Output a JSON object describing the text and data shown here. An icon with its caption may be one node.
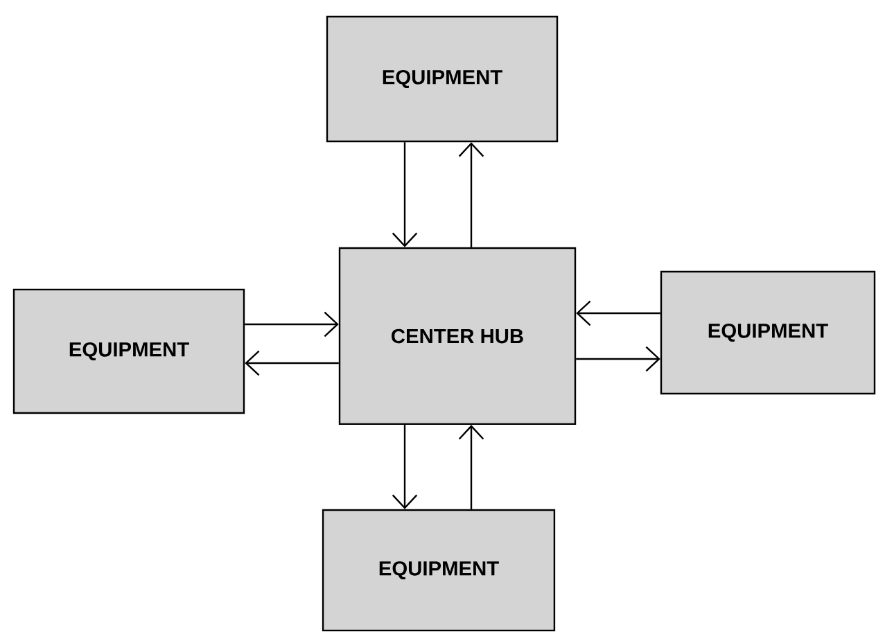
{
  "diagram": {
    "nodes": [
      {
        "text": [
          "EQUIPMENT"
        ]
      },
      {
        "text": [
          "EQUIPMENT"
        ]
      },
      {
        "text": [
          "CENTER HUB"
        ]
      },
      {
        "text": [
          "EQUIPMENT"
        ]
      },
      {
        "text": [
          "EQUIPMENT"
        ]
      }
    ],
    "edges": [
      {
        "from": 0,
        "to": 2,
        "arrow": "to"
      },
      {
        "from": 2,
        "to": 0,
        "arrow": "to"
      },
      {
        "from": 1,
        "to": 2,
        "arrow": "to"
      },
      {
        "from": 2,
        "to": 1,
        "arrow": "to"
      },
      {
        "from": 3,
        "to": 2,
        "arrow": "to"
      },
      {
        "from": 2,
        "to": 3,
        "arrow": "to"
      },
      {
        "from": 2,
        "to": 4,
        "arrow": "to"
      },
      {
        "from": 4,
        "to": 2,
        "arrow": "to"
      }
    ]
  }
}
